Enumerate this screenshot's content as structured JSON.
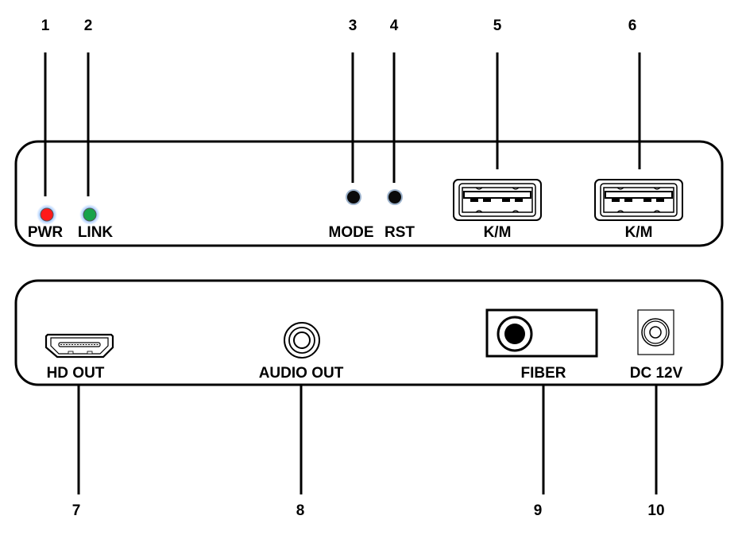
{
  "diagram": {
    "title": "Front and rear panel port layout",
    "top_panel": {
      "callouts": [
        {
          "number": "1",
          "label": "PWR",
          "type": "led",
          "color": "#ff1a1a"
        },
        {
          "number": "2",
          "label": "LINK",
          "type": "led",
          "color": "#17a34a"
        },
        {
          "number": "3",
          "label": "MODE",
          "type": "button"
        },
        {
          "number": "4",
          "label": "RST",
          "type": "button"
        },
        {
          "number": "5",
          "label": "K/M",
          "type": "usb-a"
        },
        {
          "number": "6",
          "label": "K/M",
          "type": "usb-a"
        }
      ]
    },
    "bottom_panel": {
      "callouts": [
        {
          "number": "7",
          "label": "HD OUT",
          "type": "hdmi"
        },
        {
          "number": "8",
          "label": "AUDIO OUT",
          "type": "audio-jack"
        },
        {
          "number": "9",
          "label": "FIBER",
          "type": "fiber-port"
        },
        {
          "number": "10",
          "label": "DC 12V",
          "type": "dc-jack"
        }
      ]
    },
    "colors": {
      "outline": "#000000",
      "led_glow": "#7fb3ff",
      "button_glow": "#5a7fa8"
    }
  }
}
